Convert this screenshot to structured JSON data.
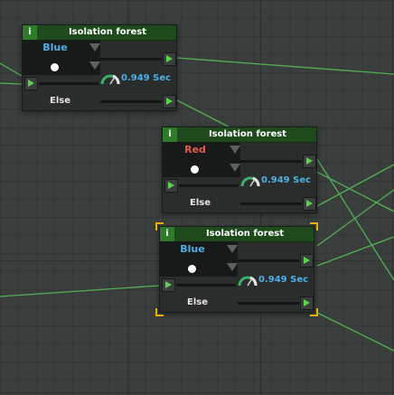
{
  "colors": {
    "background": "#3a3f3d",
    "node_header": "#1e4a1c",
    "info_badge": "#2f7a2b",
    "port_arrow": "#5ed24f",
    "wire": "#58c45a",
    "blue_label": "#4fb0e6",
    "red_label": "#e25a4a",
    "selection": "#e6b400"
  },
  "nodes": [
    {
      "info": "i",
      "title": "Isolation forest",
      "choice": "Blue",
      "choice_color": "#4fb0e6",
      "time": "0.949 Sec",
      "else_label": "Else",
      "selected": false,
      "icons": [
        "info-icon",
        "dropdown-arrow-icon",
        "port-arrow-icon",
        "gauge-icon"
      ]
    },
    {
      "info": "i",
      "title": "Isolation forest",
      "choice": "Red",
      "choice_color": "#e25a4a",
      "time": "0.949 Sec",
      "else_label": "Else",
      "selected": false
    },
    {
      "info": "i",
      "title": "Isolation forest",
      "choice": "Blue",
      "choice_color": "#4fb0e6",
      "time": "0.949 Sec",
      "else_label": "Else",
      "selected": true
    }
  ]
}
